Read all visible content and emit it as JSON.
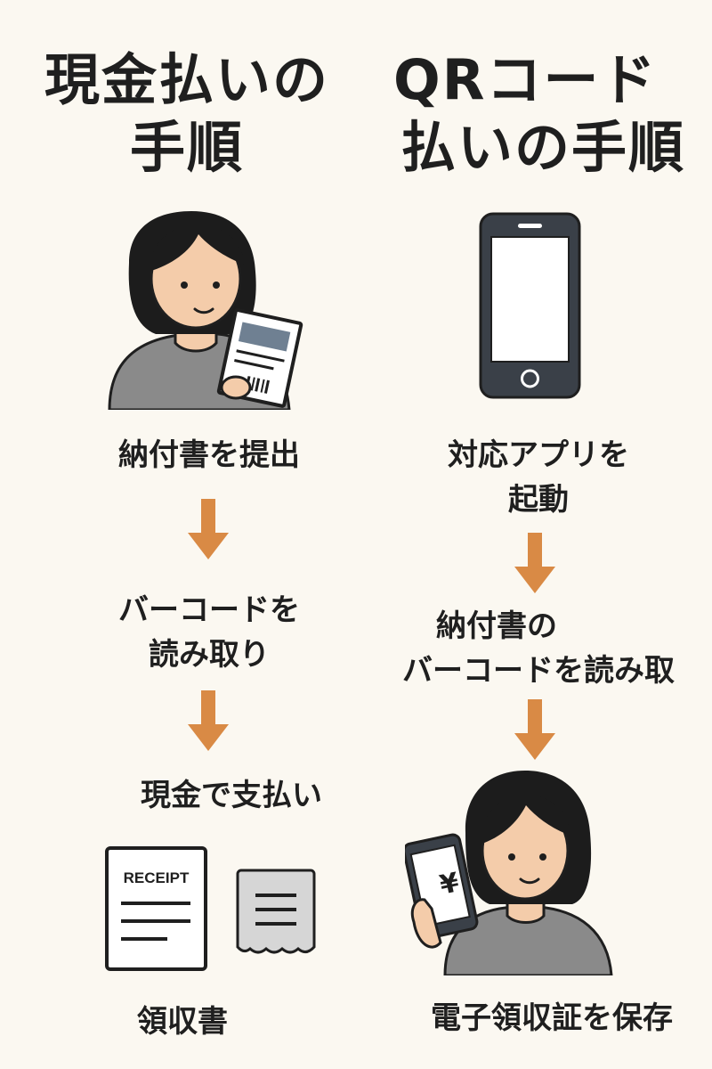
{
  "cash": {
    "title_line1": "現金払いの",
    "title_line2": "手順",
    "steps": [
      {
        "lines": [
          "納付書を提出"
        ]
      },
      {
        "lines": [
          "バーコードを",
          "読み取り"
        ]
      },
      {
        "lines": [
          "現金で支払い"
        ]
      },
      {
        "lines": [
          "領収書"
        ]
      }
    ],
    "receipt_label": "RECEIPT"
  },
  "qr": {
    "title_line1": "QRコード",
    "title_line2": "払いの手順",
    "steps": [
      {
        "lines": [
          "対応アプリを",
          "起動"
        ]
      },
      {
        "lines": [
          "納付書の",
          "バーコードを読み取"
        ]
      },
      {
        "lines": [
          "電子領収証を保存"
        ]
      }
    ],
    "phone_screen_symbol": "¥"
  },
  "colors": {
    "background": "#fbf8f1",
    "arrow": "#d98a45",
    "ink": "#1f1f1f",
    "skin": "#f4ccaa",
    "hair": "#1c1c1c",
    "shirt": "#8a8a8a",
    "phone_body": "#3a4048"
  }
}
